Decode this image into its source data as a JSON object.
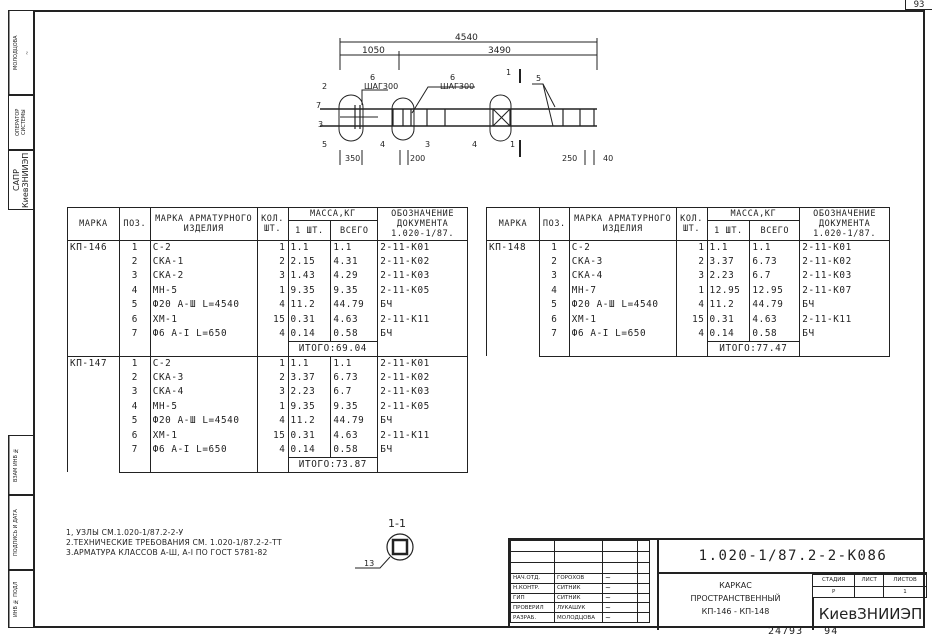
{
  "sheet_corner_number": "93",
  "side_stamps": {
    "top": [
      "МОЛОДЦОВА",
      "ОПЕРАТОР СИСТЕМЫ",
      "САПР КиевЗНИИЭП"
    ],
    "bottom": [
      "ВЗАМ ИНВ №",
      "ПОДПИСЬ И ДАТА",
      "ИНВ № ПОДЛ"
    ]
  },
  "drawing": {
    "dim_total": "4540",
    "dim_left": "1050",
    "dim_right": "3490",
    "step_label_1": "6",
    "step_text_1": "ШАГ300",
    "step_label_2": "6",
    "step_text_2": "ШАГ300",
    "dim_350": "350",
    "dim_200": "200",
    "dim_250": "250",
    "dim_40": "40",
    "callouts": [
      "2",
      "7",
      "3",
      "5",
      "4",
      "3",
      "4",
      "1",
      "5"
    ],
    "section_mark": "1"
  },
  "table_headers": {
    "mark": "МАРКА",
    "pos": "ПОЗ.",
    "item": "МАРКА АРМАТУРНОГО ИЗДЕЛИЯ",
    "qty": "КОЛ. ШТ.",
    "mass": "МАССА,КГ",
    "unit": "1 ШТ.",
    "total": "ВСЕГО",
    "doc": "ОБОЗНАЧЕНИЕ ДОКУМЕНТА 1.020-1/87."
  },
  "tables": [
    {
      "groups": [
        {
          "mark": "КП-146",
          "total": "ИТОГО:69.04",
          "rows": [
            [
              "1",
              "С-2",
              "1",
              "1.1",
              "1.1",
              "2-11-К01"
            ],
            [
              "2",
              "СКА-1",
              "2",
              "2.15",
              "4.31",
              "2-11-К02"
            ],
            [
              "3",
              "СКА-2",
              "3",
              "1.43",
              "4.29",
              "2-11-К03"
            ],
            [
              "4",
              "МН-5",
              "1",
              "9.35",
              "9.35",
              "2-11-К05"
            ],
            [
              "5",
              "Ф20 А-Ш L=4540",
              "4",
              "11.2",
              "44.79",
              "БЧ"
            ],
            [
              "6",
              "ХМ-1",
              "15",
              "0.31",
              "4.63",
              "2-11-К11"
            ],
            [
              "7",
              "Ф6 А-I L=650",
              "4",
              "0.14",
              "0.58",
              "БЧ"
            ]
          ]
        },
        {
          "mark": "КП-147",
          "total": "ИТОГО:73.87",
          "rows": [
            [
              "1",
              "С-2",
              "1",
              "1.1",
              "1.1",
              "2-11-К01"
            ],
            [
              "2",
              "СКА-3",
              "2",
              "3.37",
              "6.73",
              "2-11-К02"
            ],
            [
              "3",
              "СКА-4",
              "3",
              "2.23",
              "6.7",
              "2-11-К03"
            ],
            [
              "4",
              "МН-5",
              "1",
              "9.35",
              "9.35",
              "2-11-К05"
            ],
            [
              "5",
              "Ф20 А-Ш L=4540",
              "4",
              "11.2",
              "44.79",
              "БЧ"
            ],
            [
              "6",
              "ХМ-1",
              "15",
              "0.31",
              "4.63",
              "2-11-К11"
            ],
            [
              "7",
              "Ф6 А-I L=650",
              "4",
              "0.14",
              "0.58",
              "БЧ"
            ]
          ]
        }
      ]
    },
    {
      "groups": [
        {
          "mark": "КП-148",
          "total": "ИТОГО:77.47",
          "rows": [
            [
              "1",
              "С-2",
              "1",
              "1.1",
              "1.1",
              "2-11-К01"
            ],
            [
              "2",
              "СКА-3",
              "2",
              "3.37",
              "6.73",
              "2-11-К02"
            ],
            [
              "3",
              "СКА-4",
              "3",
              "2.23",
              "6.7",
              "2-11-К03"
            ],
            [
              "4",
              "МН-7",
              "1",
              "12.95",
              "12.95",
              "2-11-К07"
            ],
            [
              "5",
              "Ф20 А-Ш L=4540",
              "4",
              "11.2",
              "44.79",
              "БЧ"
            ],
            [
              "6",
              "ХМ-1",
              "15",
              "0.31",
              "4.63",
              "2-11-К11"
            ],
            [
              "7",
              "Ф6 А-I L=650",
              "4",
              "0.14",
              "0.58",
              "БЧ"
            ]
          ]
        }
      ]
    }
  ],
  "notes": [
    "1, УЗЛЫ СМ.1.020-1/87.2-2-У",
    "2.ТЕХНИЧЕСКИЕ ТРЕБОВАНИЯ СМ. 1.020-1/87.2-2-ТТ",
    "3.АРМАТУРА КЛАССОВ А-Ш, А-I ПО ГОСТ 5781-82"
  ],
  "section": {
    "title": "1-1",
    "callout": "13"
  },
  "title_block": {
    "code": "1.020-1/87.2-2-К086",
    "signers": [
      {
        "role": "НАЧ.ОТД.",
        "name": "ГОРОХОВ"
      },
      {
        "role": "Н.КОНТР.",
        "name": "СИТНИК"
      },
      {
        "role": "ГИП",
        "name": "СИТНИК"
      },
      {
        "role": "ПРОВЕРИЛ",
        "name": "ЛУКАШУК"
      },
      {
        "role": "РАЗРАБ.",
        "name": "МОЛОДЦОВА"
      }
    ],
    "title_lines": [
      "КАРКАС",
      "ПРОСТРАНСТВЕННЫЙ",
      "КП-146 - КП-148"
    ],
    "stage_label": "СТАДИЯ",
    "sheet_label": "ЛИСТ",
    "sheets_label": "ЛИСТОВ",
    "stage": "Р",
    "sheet": "",
    "sheets": "1",
    "organization": "КиевЗНИИЭП"
  },
  "bottom_stamp": {
    "number": "24793",
    "page": "94"
  }
}
